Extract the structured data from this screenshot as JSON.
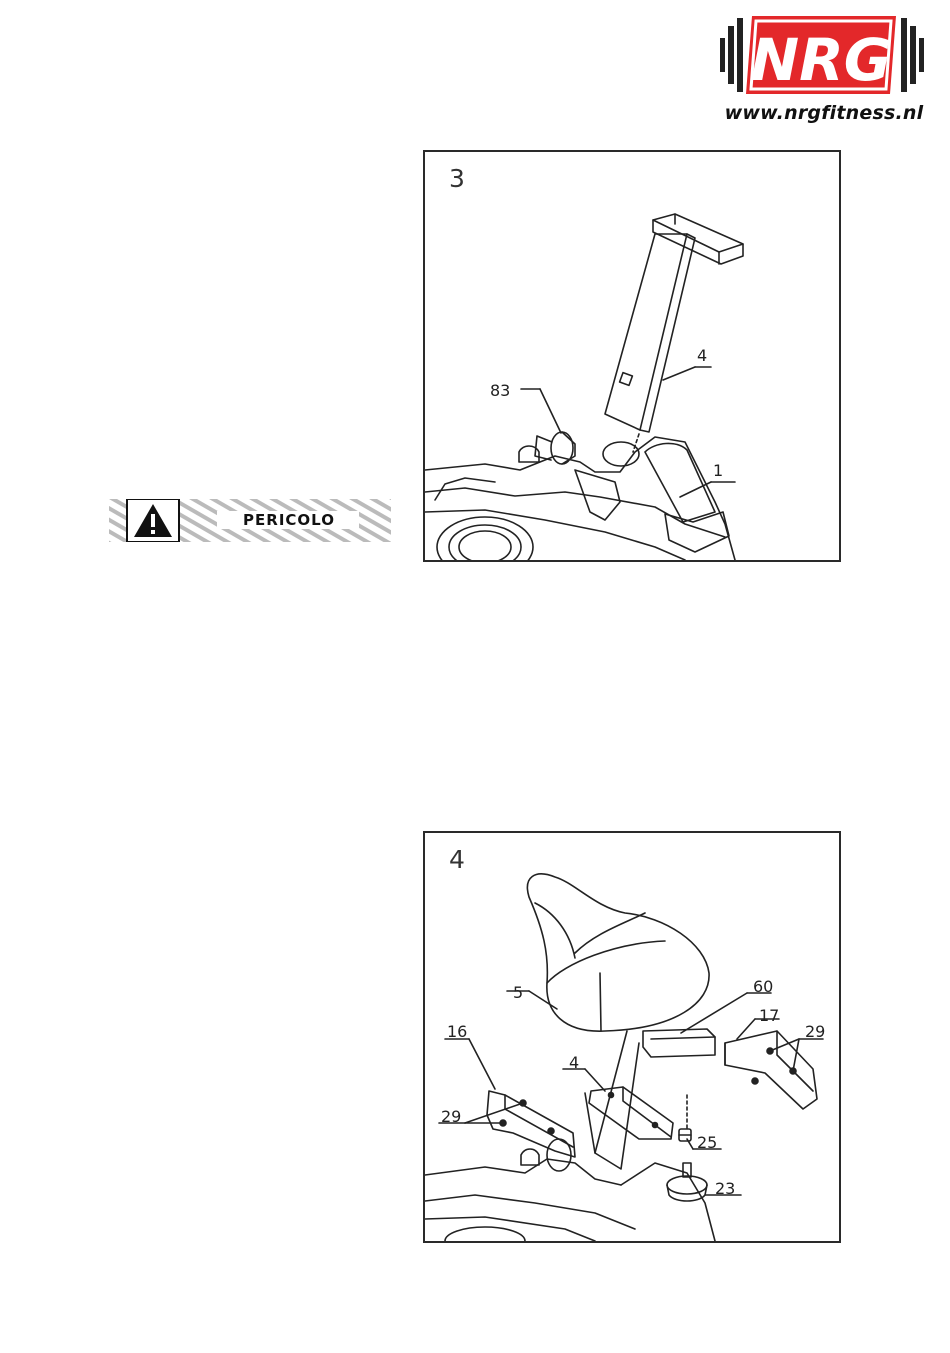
{
  "header": {
    "logo_text": "NRG",
    "website": "www.nrgfitness.nl"
  },
  "warning": {
    "label": "PERICOLO"
  },
  "figures": [
    {
      "number": "3",
      "part_labels": [
        "83",
        "4",
        "1"
      ]
    },
    {
      "number": "4",
      "part_labels": [
        "5",
        "60",
        "17",
        "29",
        "16",
        "4",
        "29",
        "25",
        "23"
      ]
    }
  ],
  "colors": {
    "brand_red": "#e3282a",
    "ink": "#222222"
  }
}
